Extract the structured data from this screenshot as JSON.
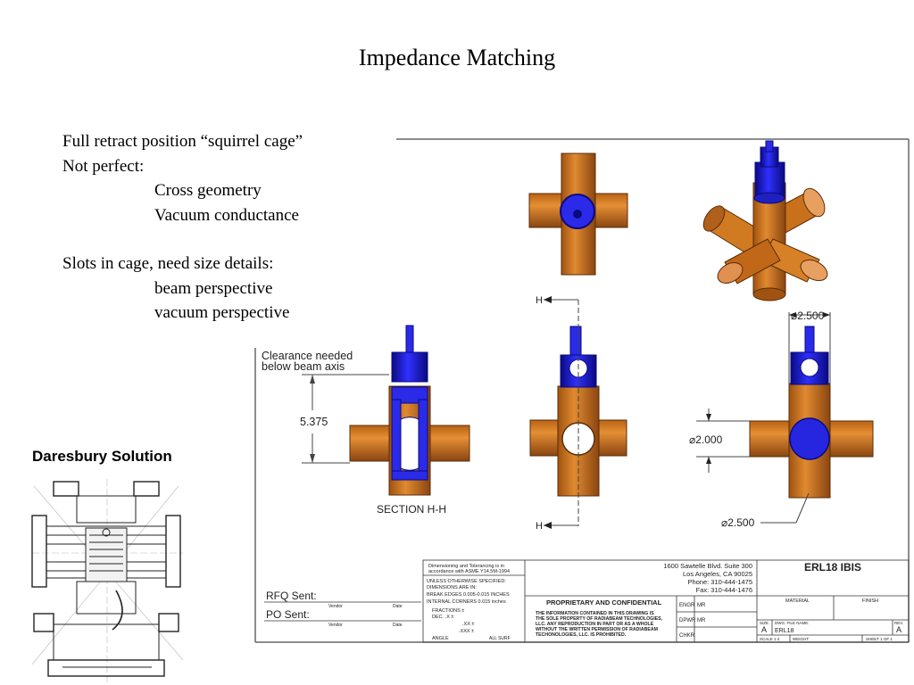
{
  "slide": {
    "title": "Impedance Matching",
    "notes": [
      {
        "text": "Full retract position “squirrel cage”",
        "indent": false
      },
      {
        "text": "Not perfect:",
        "indent": false
      },
      {
        "text": "Cross geometry",
        "indent": true
      },
      {
        "text": "Vacuum conductance",
        "indent": true
      },
      {
        "text": "",
        "indent": false,
        "gap": true
      },
      {
        "text": "Slots in cage, need size details:",
        "indent": false
      },
      {
        "text": "beam perspective",
        "indent": true
      },
      {
        "text": "vacuum perspective",
        "indent": true
      }
    ],
    "daresbury_label": "Daresbury Solution"
  },
  "drawing": {
    "colors": {
      "copper": "#d0761e",
      "copper_dark": "#8a4510",
      "blue": "#1f1fd6",
      "blue_dark": "#0a0a80"
    },
    "clearance_note": [
      "Clearance needed",
      "below beam axis"
    ],
    "dim_height": "5.375",
    "section_label": "SECTION H-H",
    "section_marker": "H",
    "dim_top": "⌀2.500",
    "dim_left": "⌀2.000",
    "dim_bottom": "⌀2.500",
    "rfq_label": "RFQ Sent:",
    "po_label": "PO Sent:",
    "vendor": "Vendor",
    "date": "Date",
    "tolerance_note": [
      "Dimensioning and Tolerancing is in",
      "accordance with ASME Y14.5M-1994"
    ],
    "unless_lines": [
      "UNLESS OTHERWISE SPECIFIED:",
      "DIMENSIONS ARE IN:",
      "BREAK EDGES   0.005-0.015 INCHES",
      "INTERNAL CORNERS  0.015 inches"
    ],
    "tol_lines": [
      "FRACTIONS       ±",
      "DEC.          .X ±",
      ".XX ±",
      ".XXX ±"
    ],
    "angle": "ANGLE",
    "all_surf": "ALL SURF",
    "address": [
      "1600 Sawtelle Blvd. Suite 300",
      "Los Angeles, CA 90025",
      "Phone: 310-444-1475",
      "Fax: 310-444-1476"
    ],
    "proprietary_title": "PROPRIETARY AND CONFIDENTIAL",
    "proprietary_text": [
      "THE INFORMATION CONTAINED IN THIS DRAWING IS",
      "THE SOLE PROPERTY OF RADIABEAM TECHNOLOGIES,",
      "LLC.  ANY REPRODUCTION IN PART OR AS A WHOLE",
      "WITHOUT THE WRITTEN PERMISSION OF RADIABEAM",
      "TECHONOLOGIES, LLC. IS PROHIBITED."
    ],
    "engr": "ENGR",
    "engr_initials": "MR",
    "dpwr": "DPWR",
    "dpwr_initials": "MR",
    "chkr": "CHKR",
    "sheet_title": "ERL18 IBIS",
    "material": "MATERIAL",
    "finish": "FINISH",
    "size": "SIZE",
    "size_value": "A",
    "dwg_label": "DWG.  FILE NAME:",
    "dwg_value": "ERL18",
    "rev": "REV.",
    "rev_value": "A",
    "scale": "SCALE 1:4",
    "weight": "WEIGHT:",
    "sheet": "SHEET 1 OF 1"
  }
}
